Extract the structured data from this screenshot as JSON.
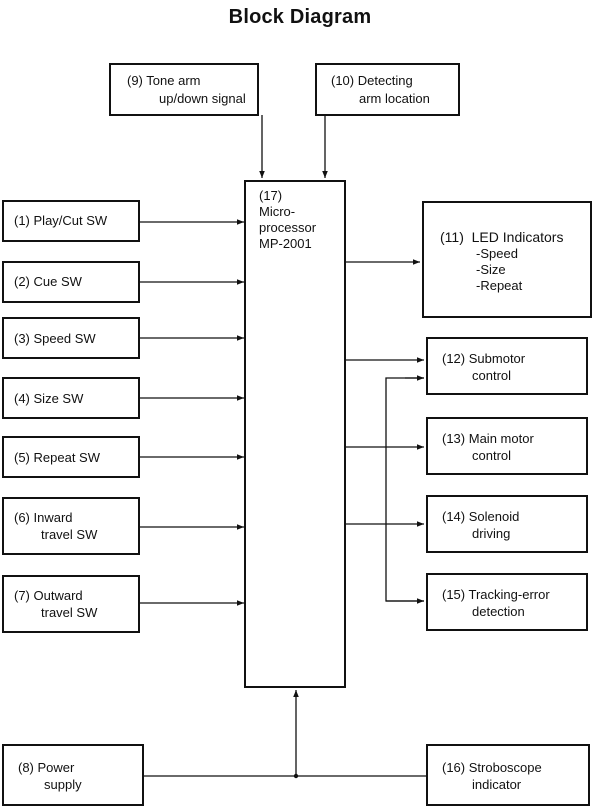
{
  "title": "Block Diagram",
  "blocks": {
    "tone_arm": {
      "num": "(9)",
      "lines": [
        "Tone arm",
        "up/down signal"
      ]
    },
    "detecting": {
      "num": "(10)",
      "lines": [
        "Detecting",
        "arm location"
      ]
    },
    "micro": {
      "num": "(17)",
      "lines": [
        "Micro-",
        "processor",
        "MP-2001"
      ]
    },
    "play_cut": {
      "num": "(1)",
      "lines": [
        "Play/Cut SW"
      ]
    },
    "cue": {
      "num": "(2)",
      "lines": [
        "Cue SW"
      ]
    },
    "speed": {
      "num": "(3)",
      "lines": [
        "Speed SW"
      ]
    },
    "size": {
      "num": "(4)",
      "lines": [
        "Size SW"
      ]
    },
    "repeat": {
      "num": "(5)",
      "lines": [
        "Repeat SW"
      ]
    },
    "inward": {
      "num": "(6)",
      "lines": [
        "Inward",
        "travel SW"
      ]
    },
    "outward": {
      "num": "(7)",
      "lines": [
        "Outward",
        "travel SW"
      ]
    },
    "power": {
      "num": "(8)",
      "lines": [
        "Power",
        "supply"
      ]
    },
    "led": {
      "num": "(11)",
      "lines": [
        "LED Indicators",
        "-Speed",
        "-Size",
        "-Repeat"
      ]
    },
    "submotor": {
      "num": "(12)",
      "lines": [
        "Submotor",
        "control"
      ]
    },
    "mainmotor": {
      "num": "(13)",
      "lines": [
        "Main motor",
        "control"
      ]
    },
    "solenoid": {
      "num": "(14)",
      "lines": [
        "Solenoid",
        "driving"
      ]
    },
    "tracking": {
      "num": "(15)",
      "lines": [
        "Tracking-error",
        "detection"
      ]
    },
    "strobe": {
      "num": "(16)",
      "lines": [
        "Stroboscope",
        "indicator"
      ]
    }
  }
}
